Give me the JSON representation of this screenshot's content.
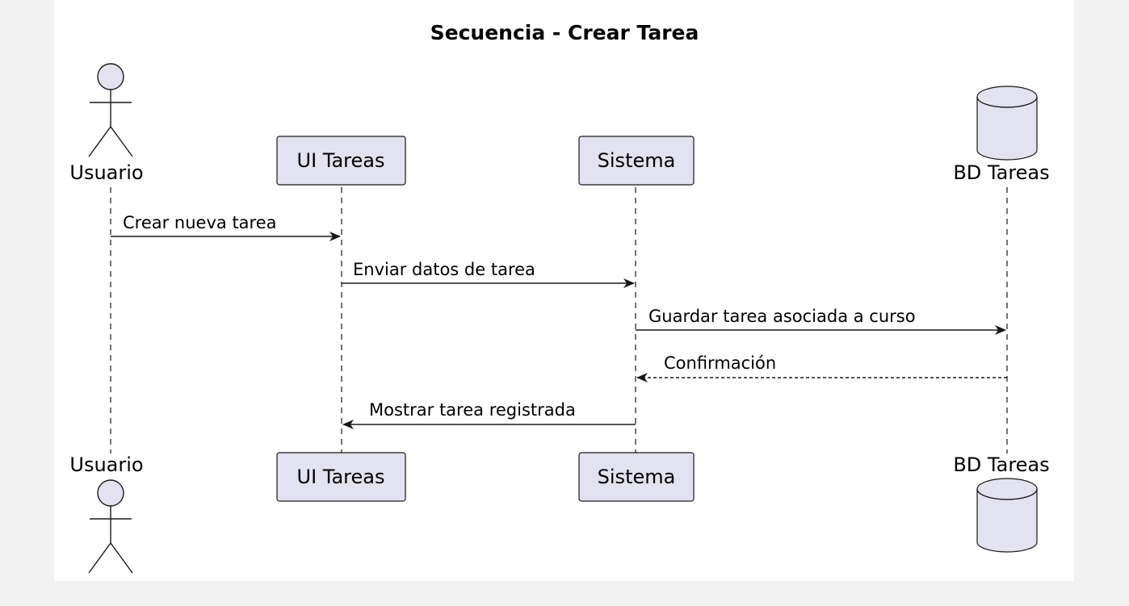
{
  "title": "Secuencia - Crear Tarea",
  "colors": {
    "participant_fill": "#e2e2f0",
    "participant_stroke": "#181818",
    "lifeline": "#181818",
    "arrow": "#181818"
  },
  "participants": [
    {
      "id": "usuario",
      "label": "Usuario",
      "kind": "actor"
    },
    {
      "id": "ui",
      "label": "UI Tareas",
      "kind": "participant"
    },
    {
      "id": "sistema",
      "label": "Sistema",
      "kind": "participant"
    },
    {
      "id": "bd",
      "label": "BD Tareas",
      "kind": "database"
    }
  ],
  "messages": [
    {
      "from": "usuario",
      "to": "ui",
      "label": "Crear nueva tarea",
      "style": "solid"
    },
    {
      "from": "ui",
      "to": "sistema",
      "label": "Enviar datos de tarea",
      "style": "solid"
    },
    {
      "from": "sistema",
      "to": "bd",
      "label": "Guardar tarea asociada a curso",
      "style": "solid"
    },
    {
      "from": "bd",
      "to": "sistema",
      "label": "Confirmación",
      "style": "dashed"
    },
    {
      "from": "sistema",
      "to": "ui",
      "label": "Mostrar tarea registrada",
      "style": "solid"
    }
  ]
}
